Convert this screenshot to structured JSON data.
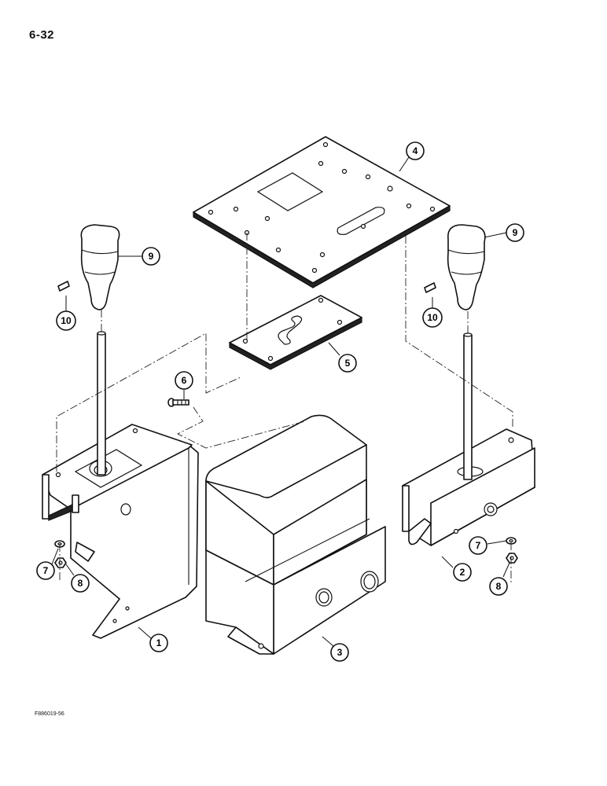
{
  "page_number": "6-32",
  "figure_code": "F886019-56",
  "callouts": [
    {
      "id": "c1",
      "label": "1"
    },
    {
      "id": "c2",
      "label": "2"
    },
    {
      "id": "c3",
      "label": "3"
    },
    {
      "id": "c4",
      "label": "4"
    },
    {
      "id": "c5",
      "label": "5"
    },
    {
      "id": "c6",
      "label": "6"
    },
    {
      "id": "c7l",
      "label": "7"
    },
    {
      "id": "c7r",
      "label": "7"
    },
    {
      "id": "c8l",
      "label": "8"
    },
    {
      "id": "c8r",
      "label": "8"
    },
    {
      "id": "c9l",
      "label": "9"
    },
    {
      "id": "c9r",
      "label": "9"
    },
    {
      "id": "c10l",
      "label": "10"
    },
    {
      "id": "c10r",
      "label": "10"
    }
  ]
}
